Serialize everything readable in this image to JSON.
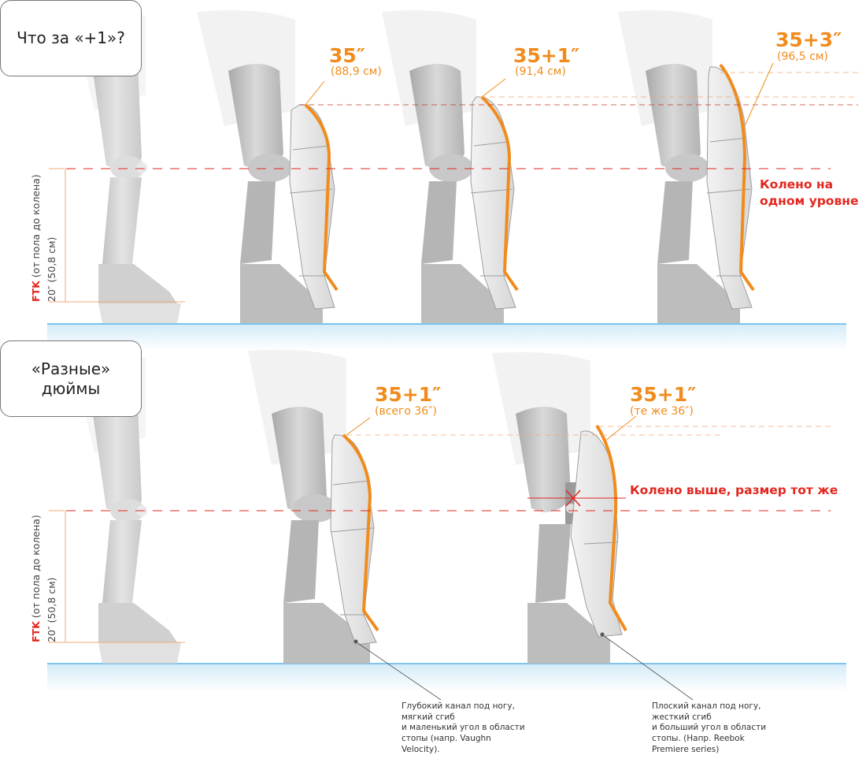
{
  "sections": {
    "top": {
      "title": "Что за «+1»?"
    },
    "bottom": {
      "title_line1": "«Разные»",
      "title_line2": "дюймы"
    }
  },
  "ftk_label": {
    "prefix": "FTK",
    "rest": " (от пола до колена)",
    "value": "20″ (50,8 см)"
  },
  "pads": [
    {
      "size": "35″",
      "metric": "(88,9 см)"
    },
    {
      "size": "35+1″",
      "metric": "(91,4 см)"
    },
    {
      "size": "35+3″",
      "metric": "(96,5 см)"
    },
    {
      "size": "35+1″",
      "metric": "(всего 36″)"
    },
    {
      "size": "35+1″",
      "metric": "(те же 36″)"
    }
  ],
  "annotations": {
    "knee_same_level_1": "Колено на",
    "knee_same_level_2": "одном уровне",
    "knee_higher": "Колено выше, размер тот же"
  },
  "notes": {
    "deep": [
      "Глубокий канал под ногу,",
      "мягкий сгиб",
      "и маленький угол в области",
      "стопы (напр. Vaughn",
      "Velocity)."
    ],
    "flat": [
      "Плоский канал под ногу,",
      "жесткий сгиб",
      "и больший угол в области",
      "стопы. (Напр. Reebok",
      "Premiere series)"
    ]
  },
  "colors": {
    "accent": "#f08c1e",
    "red": "#e2271f",
    "ice": "#d9eef9",
    "ice_line": "#5ab4e6"
  }
}
